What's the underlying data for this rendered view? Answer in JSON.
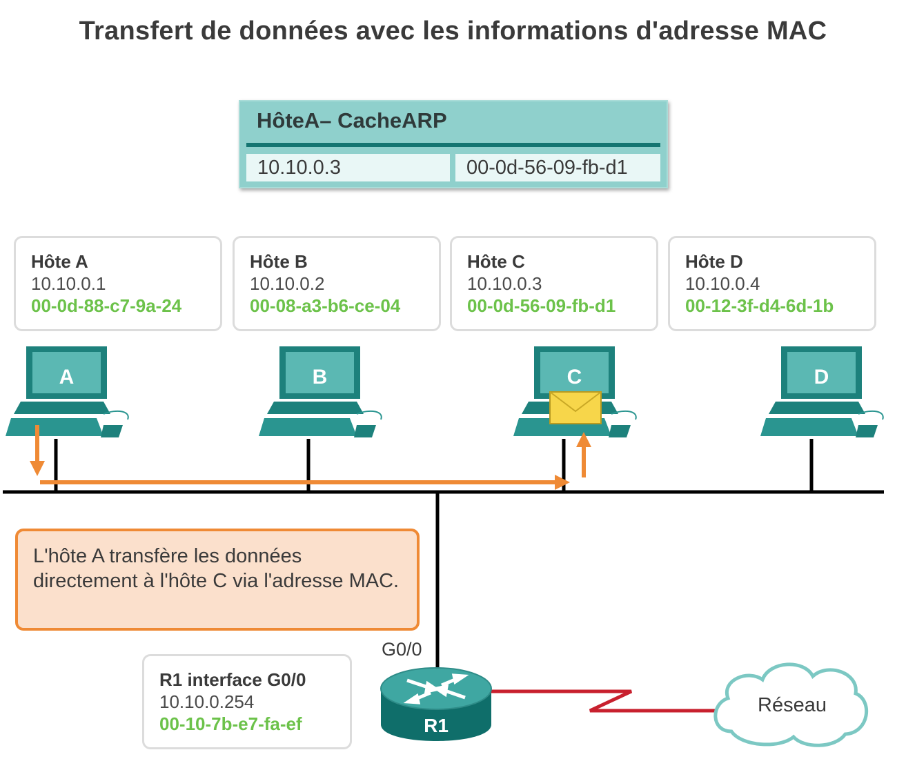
{
  "title": "Transfert de données avec les informations d'adresse MAC",
  "arp_cache": {
    "title": "HôteA– CacheARP",
    "entry": {
      "ip": "10.10.0.3",
      "mac": "00-0d-56-09-fb-d1"
    }
  },
  "hosts": [
    {
      "name": "Hôte A",
      "ip": "10.10.0.1",
      "mac": "00-0d-88-c7-9a-24",
      "letter": "A"
    },
    {
      "name": "Hôte B",
      "ip": "10.10.0.2",
      "mac": "00-08-a3-b6-ce-04",
      "letter": "B"
    },
    {
      "name": "Hôte C",
      "ip": "10.10.0.3",
      "mac": "00-0d-56-09-fb-d1",
      "letter": "C"
    },
    {
      "name": "Hôte D",
      "ip": "10.10.0.4",
      "mac": "00-12-3f-d4-6d-1b",
      "letter": "D"
    }
  ],
  "note": "L'hôte A transfère les données directement à l'hôte C via l'adresse MAC.",
  "router": {
    "interface_label": "G0/0",
    "name": "R1",
    "info_name": "R1 interface G0/0",
    "ip": "10.10.0.254",
    "mac": "00-10-7b-e7-fa-ef"
  },
  "cloud_label": "Réseau",
  "colors": {
    "mac_text": "#6cc24a",
    "arrow": "#ef8a35",
    "teal": "#147571",
    "wan_link": "#c8202e"
  }
}
